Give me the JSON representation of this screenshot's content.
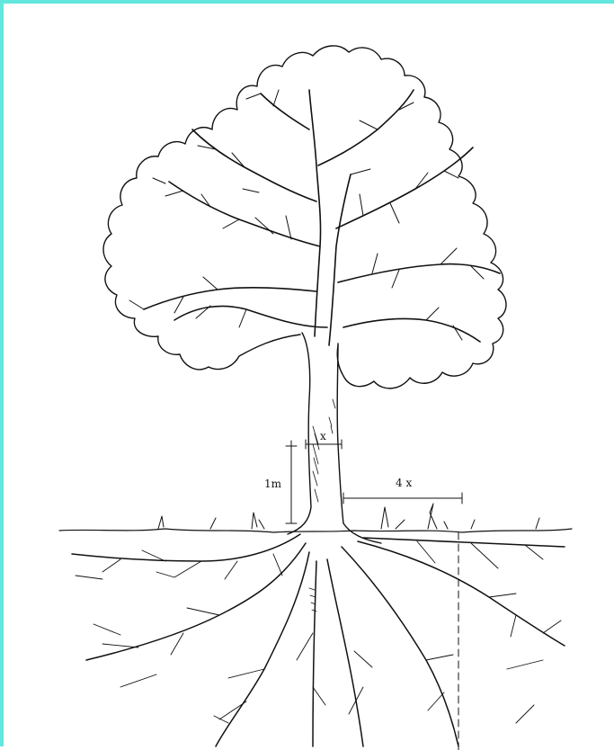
{
  "diagram": {
    "labels": {
      "trunk_width": "x",
      "height": "1m",
      "root_spread": "4 x"
    }
  },
  "colors": {
    "frame_border": "#63e6dc",
    "ink": "#111111",
    "background": "#ffffff"
  }
}
